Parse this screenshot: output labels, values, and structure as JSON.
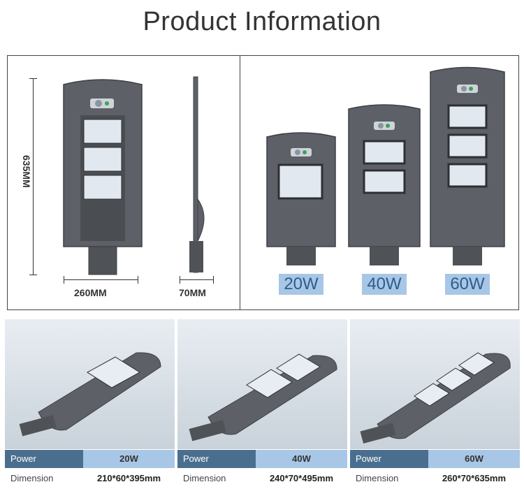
{
  "page_title": "Product Information",
  "dimensions": {
    "height_label": "635MM",
    "width_label": "260MM",
    "depth_label": "70MM"
  },
  "variants": [
    {
      "watt": "20W",
      "power_label": "Power",
      "power_value": "20W",
      "dimension_label": "Dimension",
      "dimension_value": "210*60*395mm"
    },
    {
      "watt": "40W",
      "power_label": "Power",
      "power_value": "40W",
      "dimension_label": "Dimension",
      "dimension_value": "240*70*495mm"
    },
    {
      "watt": "60W",
      "power_label": "Power",
      "power_value": "60W",
      "dimension_label": "Dimension",
      "dimension_value": "260*70*635mm"
    }
  ],
  "colors": {
    "lamp_body": "#5d6066",
    "lamp_edge": "#3d4045",
    "led": "#dfe7ee",
    "table_header": "#4a6f8e",
    "table_value": "#a8c6e6"
  }
}
